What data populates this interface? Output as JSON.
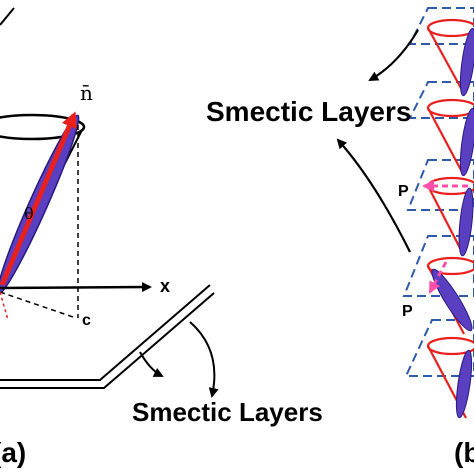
{
  "figure": {
    "left_panel": {
      "label": "(a)",
      "director_label": "n̄",
      "angle_label": "θ",
      "axis_x_label": "x",
      "point_label": "c",
      "layers_label": "Smectic Layers",
      "colors": {
        "cone_edge": "#000000",
        "director": "#e8201e",
        "molecule": "#5a3fc0"
      }
    },
    "right_panel": {
      "label": "(b)",
      "layers_label": "Smectic Layers",
      "polarization_labels": [
        "P",
        "P"
      ],
      "colors": {
        "layer_dash": "#2f5aa8",
        "cone": "#e8201e",
        "molecule": "#5a3fc0",
        "polarization": "#ff4fa8"
      }
    }
  }
}
